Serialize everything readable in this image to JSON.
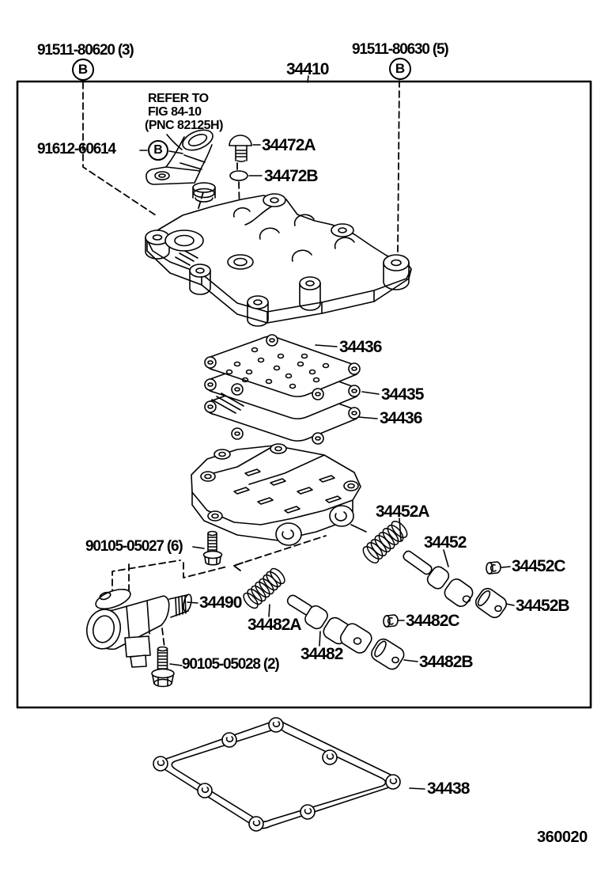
{
  "figure": {
    "id": "360020",
    "region_label": "B"
  },
  "note": {
    "line1": "REFER TO",
    "line2": "FIG 84-10",
    "line3": "(PNC 82125H)"
  },
  "callouts": {
    "bolt_b_left": "91511-80620 (3)",
    "bolt_b_right": "91511-80630 (5)",
    "upper_valve_body": "34410",
    "union_91612": "91612-60614",
    "plug_34472a": "34472A",
    "gasket_34472b": "34472B",
    "plate_34436_no1": "34436",
    "body_34435": "34435",
    "plate_34436_no2": "34436",
    "spring_34452a": "34452A",
    "valve_34452": "34452",
    "plug_34452c": "34452C",
    "piston_34452b": "34452B",
    "bolt_90105_05027": "90105-05027 (6)",
    "solenoid_34490": "34490",
    "spring_34482a": "34482A",
    "plug_34482c": "34482C",
    "valve_34482": "34482",
    "piston_34482b": "34482B",
    "bolt_90105_05028": "90105-05028 (2)",
    "gasket_34438": "34438"
  }
}
